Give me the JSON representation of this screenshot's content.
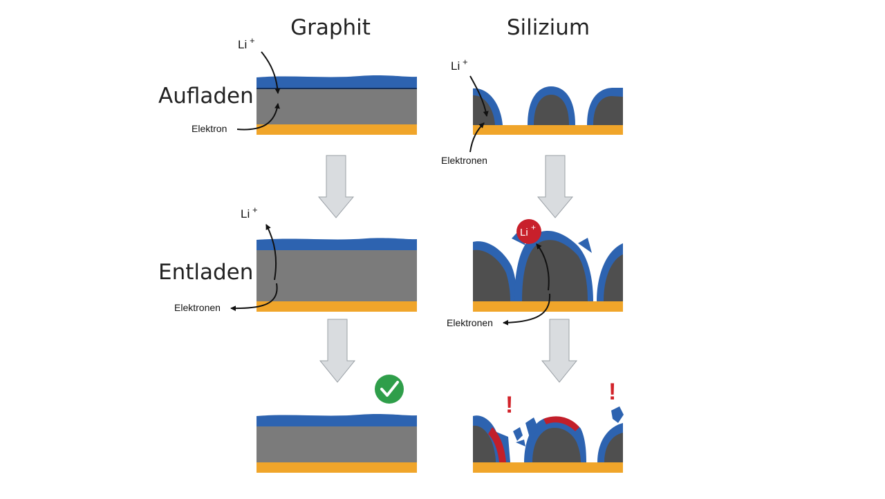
{
  "columns": {
    "left": "Graphit",
    "right": "Silizium"
  },
  "rows": {
    "charge": "Aufladen",
    "discharge": "Entladen"
  },
  "labels": {
    "li": "Li",
    "li_sup": "+",
    "elektron": "Elektron",
    "elektronen": "Elektronen",
    "warning": "!"
  },
  "icons": {
    "check": "checkmark-icon",
    "warning": "exclamation-icon",
    "arrow": "down-arrow-icon"
  },
  "colors": {
    "electrolyte_layer": "#2d63b0",
    "anode_material": "#7b7b7b",
    "silicon_particle": "#4f4f4f",
    "current_collector": "#f0a52a",
    "li_ion": "#c8202b",
    "cracked_layer": "#c21f2a",
    "check_green": "#2f9e4a",
    "flow_arrow": "#d9dcdf"
  }
}
